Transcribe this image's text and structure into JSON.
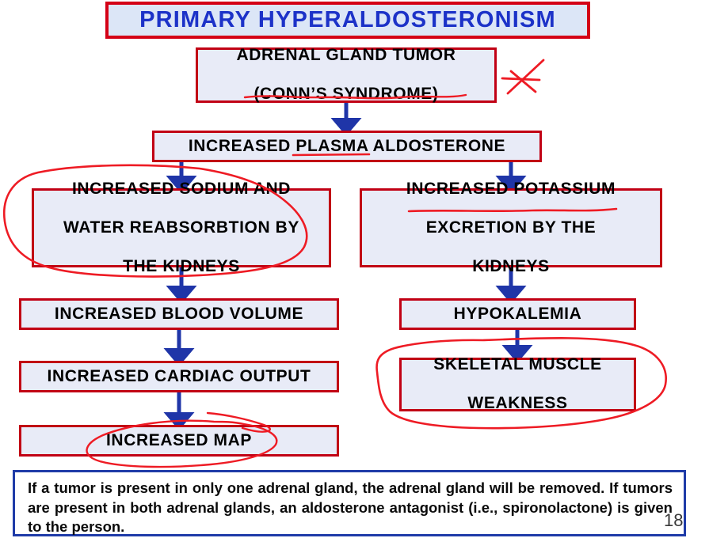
{
  "slide": {
    "title": "PRIMARY  HYPERALDOSTERONISM",
    "page_number": "18"
  },
  "colors": {
    "box_border_red": "#c10014",
    "box_fill": "#e8ebf7",
    "title_text_blue": "#1c32c8",
    "title_fill": "#dce6f7",
    "arrow_navy": "#1f35a8",
    "ink_red": "#ee1b24",
    "note_border_blue": "#1f3ba8"
  },
  "flow": {
    "tumor": {
      "line1": "ADRENAL  GLAND  TUMOR",
      "line2": "(CONN’S  SYNDROME)"
    },
    "aldosterone": "INCREASED  PLASMA  ALDOSTERONE",
    "sodium": {
      "line1": "INCREASED  SODIUM  AND",
      "line2": "WATER  REABSORBTION  BY",
      "line3": "THE  KIDNEYS"
    },
    "potassium": {
      "line1": "INCREASED  POTASSIUM",
      "line2": "EXCRETION  BY  THE",
      "line3": "KIDNEYS"
    },
    "blood_volume": "INCREASED  BLOOD  VOLUME",
    "cardiac_output": "INCREASED  CARDIAC  OUTPUT",
    "map": "INCREASED  MAP",
    "hypokalemia": "HYPOKALEMIA",
    "skeletal": {
      "line1": "SKELETAL  MUSCLE",
      "line2": "WEAKNESS"
    }
  },
  "note": {
    "text": "If a tumor is present in only one adrenal gland, the adrenal gland will be removed.   If tumors are present in both adrenal glands, an aldosterone antagonist (i.e., spironolactone) is given to the person."
  },
  "annotations": {
    "underline_conns_syndrome": "red handwritten underline beneath (CONN’S SYNDROME)",
    "x_mark": "red handwritten X mark right of adrenal gland tumor box",
    "underline_plasma": "red handwritten underline beneath PLASMA",
    "circle_sodium": "red handwritten ellipse around increased sodium and water reabsorbtion box",
    "underline_potassium": "red handwritten underline beneath INCREASED POTASSIUM",
    "circle_map": "red handwritten ellipse around increased MAP",
    "circle_skeletal": "red handwritten ellipse around skeletal muscle weakness box"
  }
}
